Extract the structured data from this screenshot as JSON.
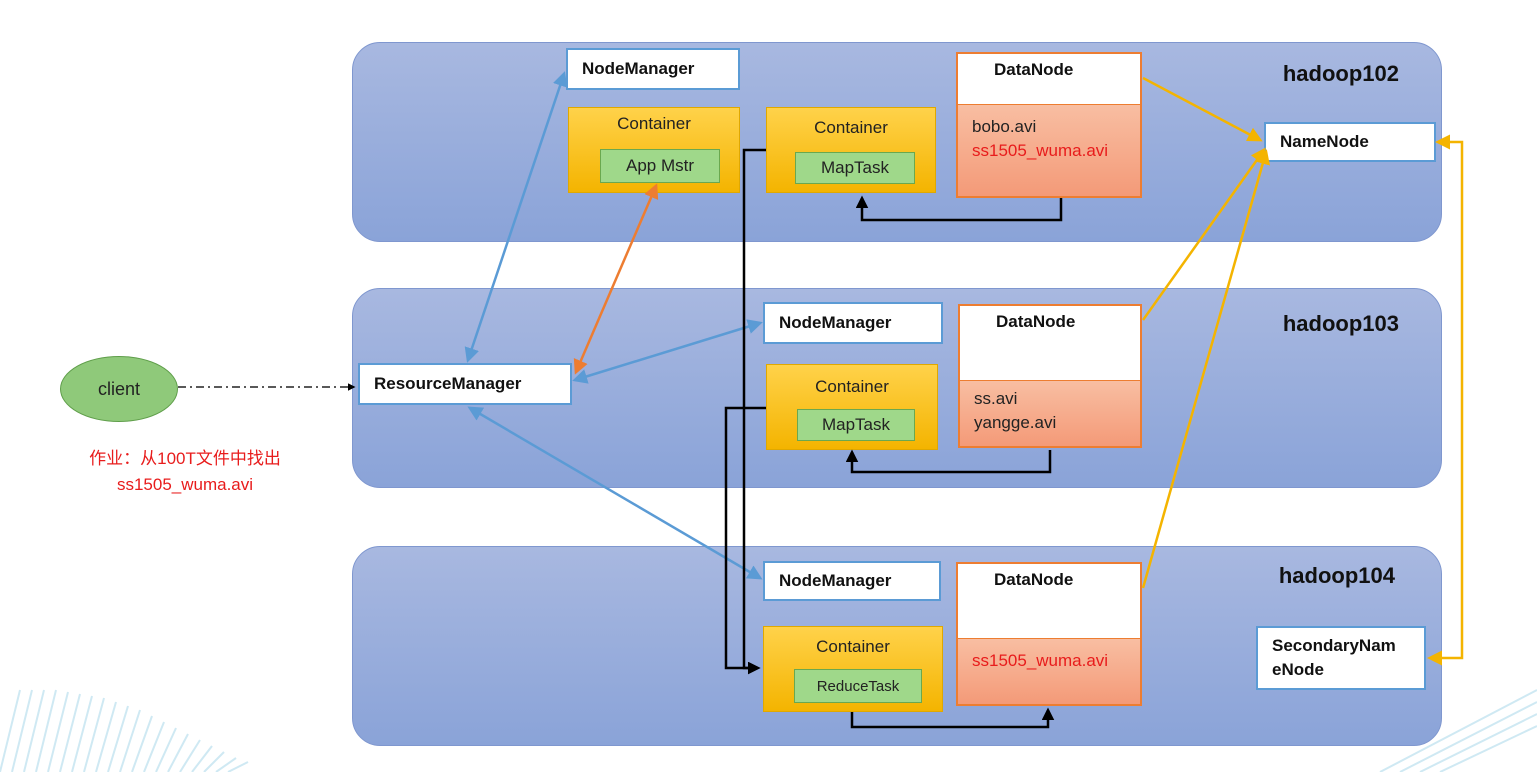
{
  "hosts": [
    {
      "title": "hadoop102"
    },
    {
      "title": "hadoop103"
    },
    {
      "title": "hadoop104"
    }
  ],
  "labels": {
    "node_manager": "NodeManager",
    "data_node": "DataNode",
    "container": "Container",
    "resource_manager": "ResourceManager",
    "name_node": "NameNode",
    "secondary_name_node_line1": "SecondaryNam",
    "secondary_name_node_line2": "eNode",
    "client": "client"
  },
  "tasks": {
    "app_master": "App Mstr",
    "map_task_102": "MapTask",
    "map_task_103": "MapTask",
    "reduce_task_104": "ReduceTask"
  },
  "files": {
    "hadoop102": [
      "bobo.avi",
      "ss1505_wuma.avi"
    ],
    "hadoop103": [
      "ss.avi",
      "yangge.avi"
    ],
    "hadoop104": [
      "ss1505_wuma.avi"
    ]
  },
  "note": {
    "line1": "作业：从100T文件中找出",
    "line2": "ss1505_wuma.avi"
  },
  "colors": {
    "host_fill": "#9fb3e0",
    "yarn_arrow": "#5b9bd5",
    "am_arrow": "#ed7d31",
    "hdfs_arrow": "#f4b400",
    "task_flow": "#000000",
    "highlight_text": "#e81c1c"
  }
}
